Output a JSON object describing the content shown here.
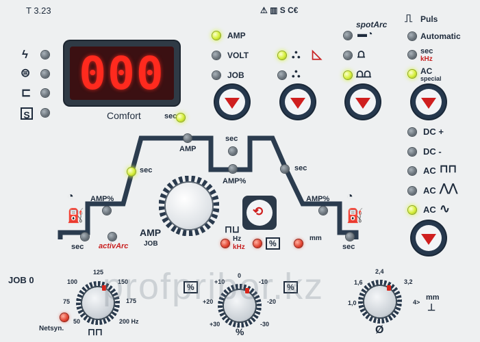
{
  "header": {
    "model": "T 3.23",
    "cert_marks": "⚠ ▥ S C€"
  },
  "display": {
    "value": "000",
    "comfort_label": "Comfort",
    "sec_label": "sec"
  },
  "left_modes": {
    "icons": [
      "lift-arc-icon",
      "hf-ignition-icon",
      "torch-icon",
      "s-mark-icon"
    ]
  },
  "measure_group": {
    "items": [
      "AMP",
      "VOLT",
      "JOB"
    ]
  },
  "spot_group": {
    "title": "spotArc"
  },
  "pulse_group": {
    "title": "Puls",
    "items": [
      "Automatic",
      "sec",
      "kHz",
      "AC",
      "special"
    ]
  },
  "current_group": {
    "items": [
      "DC +",
      "DC -",
      "AC",
      "AC",
      "AC"
    ]
  },
  "cycle": {
    "amp_top": "AMP",
    "sec_top": "sec",
    "amp_percent_mid": "AMP%",
    "sec_left": "sec",
    "sec_right": "sec",
    "amp_percent_left": "AMP%",
    "amp_percent_right": "AMP%",
    "sec_bottom_left": "sec",
    "sec_bottom_right": "sec",
    "activarc": "activArc",
    "amp_label": "AMP",
    "job_label": "JOB"
  },
  "submodes": {
    "hz": "Hz",
    "khz": "kHz",
    "pct": "%",
    "mm": "mm"
  },
  "job": {
    "label": "JOB 0"
  },
  "freq_dial": {
    "ticks": [
      "125",
      "100",
      "150",
      "75",
      "175",
      "50",
      "200 Hz"
    ],
    "netsyn": "Netsyn."
  },
  "balance_dial": {
    "ticks": [
      "0",
      "+10",
      "-10",
      "+20",
      "-20",
      "+30",
      "-30"
    ],
    "unit": "%"
  },
  "diameter_dial": {
    "ticks": [
      "2,4",
      "1,6",
      "3,2",
      "1,0",
      "4>"
    ],
    "unit": "mm",
    "symbol": "Ø"
  },
  "watermark": "profpribor.kz"
}
